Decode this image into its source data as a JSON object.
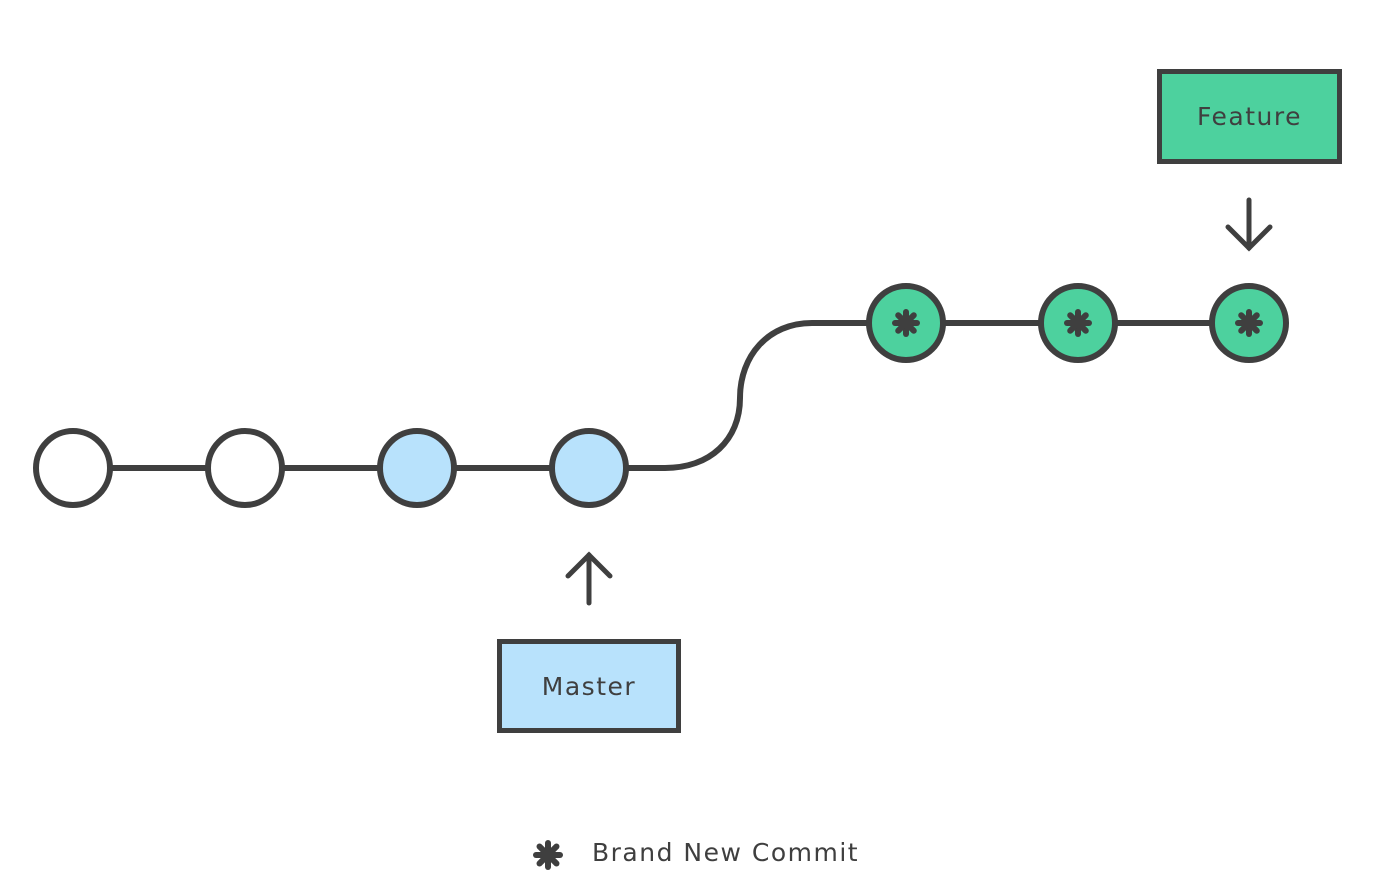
{
  "colors": {
    "stroke": "#3f3f3f",
    "old_commit_fill": "#ffffff",
    "master_fill": "#b8e2fc",
    "feature_fill": "#4dd19e"
  },
  "branches": {
    "master": {
      "label": "Master",
      "fill": "#b8e2fc"
    },
    "feature": {
      "label": "Feature",
      "fill": "#4dd19e"
    }
  },
  "commits": [
    {
      "kind": "old",
      "new": false
    },
    {
      "kind": "old",
      "new": false
    },
    {
      "kind": "master",
      "new": false
    },
    {
      "kind": "master",
      "new": false
    },
    {
      "kind": "feature",
      "new": true
    },
    {
      "kind": "feature",
      "new": true
    },
    {
      "kind": "feature",
      "new": true
    }
  ],
  "legend": {
    "icon": "asterisk-icon",
    "label": "Brand New Commit"
  }
}
